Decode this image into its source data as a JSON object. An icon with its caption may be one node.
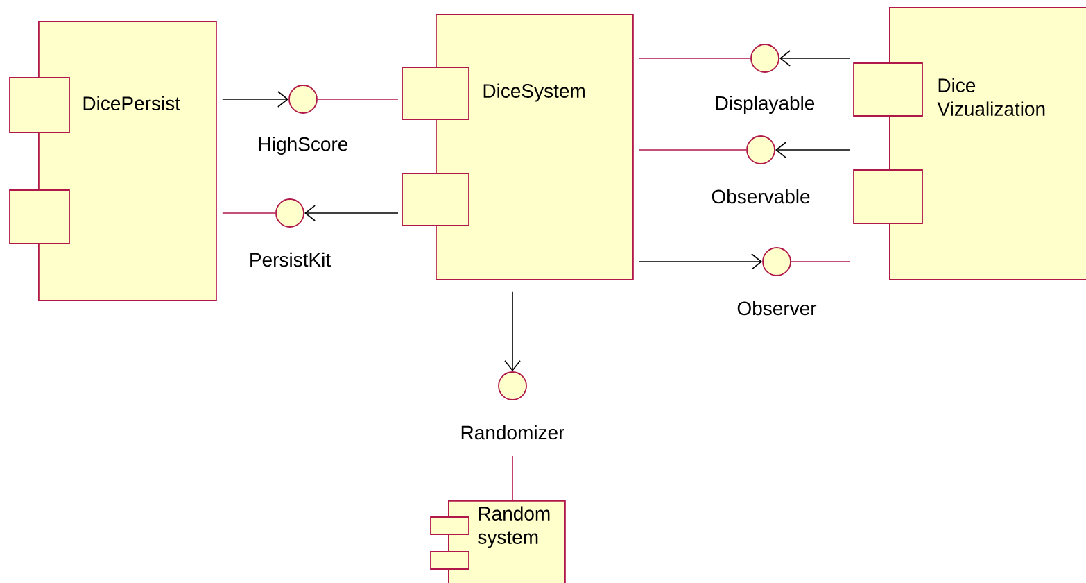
{
  "diagram": {
    "nodes": [
      {
        "text": [
          "DicePersist"
        ]
      },
      {
        "text": [],
        "shape": "circle",
        "beside": [
          "HighScore"
        ]
      },
      {
        "text": [],
        "shape": "circle",
        "beside": [
          "PersistKit"
        ]
      },
      {
        "text": [
          "DiceSystem"
        ]
      },
      {
        "text": [],
        "shape": "circle",
        "beside": [
          "Displayable"
        ]
      },
      {
        "text": [],
        "shape": "circle",
        "beside": [
          "Observable"
        ]
      },
      {
        "text": [],
        "shape": "circle",
        "beside": [
          "Observer"
        ]
      },
      {
        "text": [
          "Dice Vizualization"
        ]
      },
      {
        "text": [],
        "shape": "circle",
        "beside": [
          "Randomizer"
        ]
      },
      {
        "text": [
          "Random system"
        ]
      }
    ],
    "edges": [
      {
        "from": 0,
        "to": 1,
        "arrow": "to"
      },
      {
        "from": 1,
        "to": 3,
        "arrow": "none",
        "color": "#b0184a"
      },
      {
        "from": 3,
        "to": 2,
        "arrow": "to"
      },
      {
        "from": 2,
        "to": 0,
        "arrow": "none",
        "color": "#b0184a"
      },
      {
        "from": 4,
        "to": 3,
        "arrow": "none",
        "color": "#b0184a"
      },
      {
        "from": 7,
        "to": 4,
        "arrow": "to"
      },
      {
        "from": 5,
        "to": 3,
        "arrow": "none",
        "color": "#b0184a"
      },
      {
        "from": 7,
        "to": 5,
        "arrow": "to"
      },
      {
        "from": 3,
        "to": 6,
        "arrow": "to"
      },
      {
        "from": 6,
        "to": 7,
        "arrow": "none",
        "color": "#b0184a"
      },
      {
        "from": 3,
        "to": 8,
        "arrow": "to"
      },
      {
        "from": 8,
        "to": 9,
        "arrow": "none",
        "color": "#b0184a"
      }
    ]
  }
}
